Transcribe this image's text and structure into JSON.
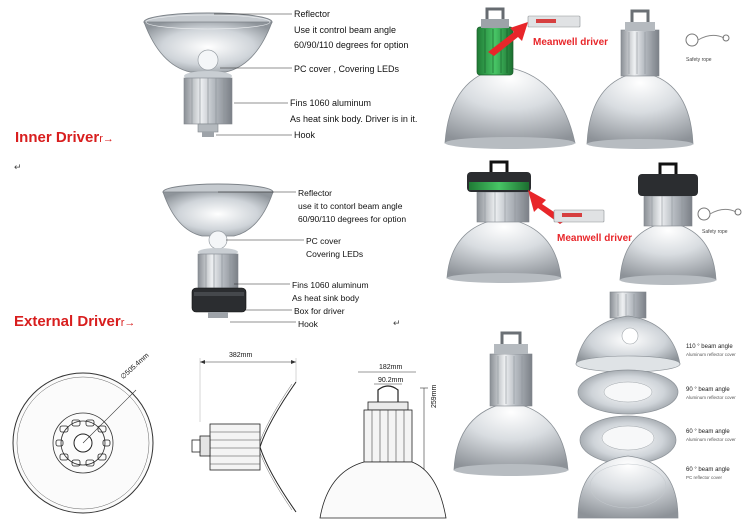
{
  "section_inner": {
    "title": "Inner Driver",
    "arrow": "r→"
  },
  "section_external": {
    "title": "External Driver",
    "arrow": "r→"
  },
  "paragraph_mark": "↵",
  "inner_labels": {
    "reflector": "Reflector",
    "beam1": "Use it control beam angle",
    "beam2": "60/90/110 degrees for option",
    "pc_cover": "PC cover , Covering LEDs",
    "fins": "Fins 1060 aluminum",
    "heat_sink": "As heat sink body. Driver is in it.",
    "hook": "Hook"
  },
  "external_labels": {
    "reflector": "Reflector",
    "beam1": "use it to contorl beam angle",
    "beam2": "60/90/110 degrees for option",
    "pc_cover": "PC cover",
    "covering": "Covering LEDs",
    "fins": "Fins 1060 aluminum",
    "heat_sink": "As heat sink body",
    "box": "Box for driver",
    "hook": "Hook"
  },
  "meanwell_top": "Meanwell driver",
  "meanwell_mid": "Meanwell driver",
  "safety_top": "Safety rope",
  "safety_mid": "Safety rope",
  "dimensions": {
    "diameter": "∅505.4mm",
    "width": "382mm",
    "top_width": "182mm",
    "hook_width": "90.2mm",
    "height": "259mm"
  },
  "covers": [
    {
      "angle": "110 ° beam angle",
      "material": "Aluminum reflector cover"
    },
    {
      "angle": "90 ° beam angle",
      "material": "Aluminum reflector cover"
    },
    {
      "angle": "60 ° beam angle",
      "material": "Aluminum reflector cover"
    },
    {
      "angle": "60 ° beam angle",
      "material": "PC reflector cover"
    }
  ],
  "colors": {
    "title_red": "#d81e1e",
    "driver_green": "#2faa4a",
    "arrow_red": "#e8262a"
  }
}
